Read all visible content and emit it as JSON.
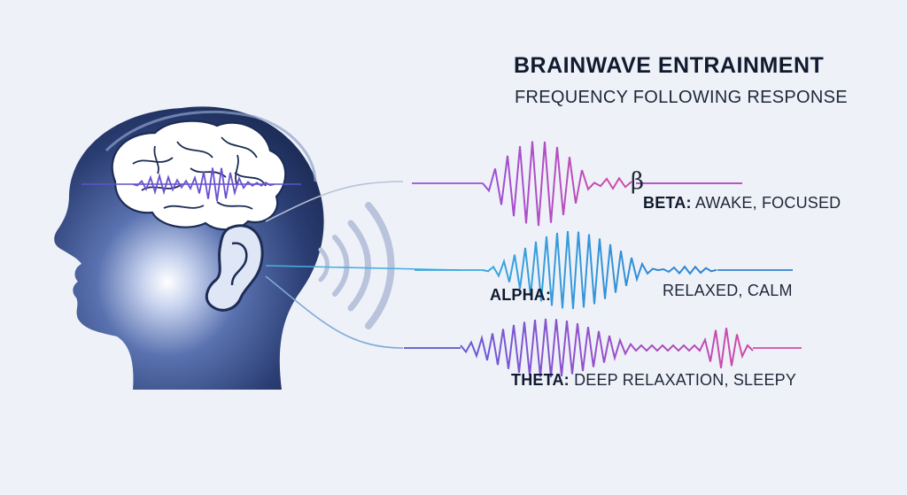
{
  "diagram": {
    "title": "BRAINWAVE ENTRAINMENT",
    "subtitle": "FREQUENCY FOLLOWING RESPONSE",
    "waves": [
      {
        "key": "beta",
        "symbol": "β",
        "name": "BETA:",
        "description": "AWAKE, FOCUSED",
        "color": "#b03fc0"
      },
      {
        "key": "alpha",
        "name": "ALPHA:",
        "description": "RELAXED, CALM",
        "color": "#2f9fd9"
      },
      {
        "key": "theta",
        "name": "THETA:",
        "description": "DEEP RELAXATION, SLEEPY",
        "color": "#8a4ed0"
      }
    ],
    "colors": {
      "background": "#eef2f8",
      "head_dark": "#1c2c55",
      "head_light": "#6f86c4",
      "brain_fill": "#ffffff",
      "sound_waves": "#b9c3dc"
    }
  }
}
